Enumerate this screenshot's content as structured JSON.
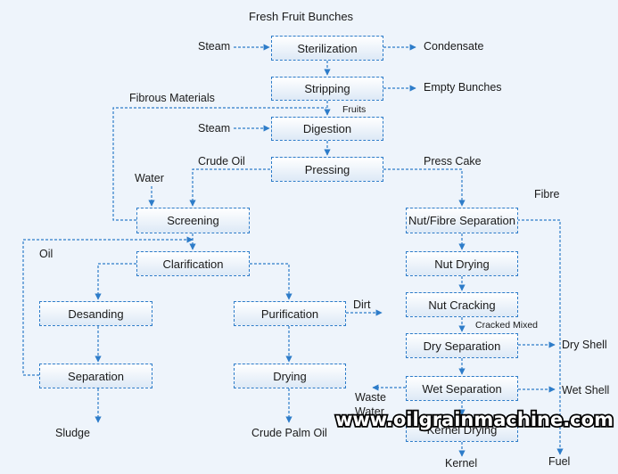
{
  "title": "Fresh Fruit Bunches",
  "boxes": {
    "sterilization": "Sterilization",
    "stripping": "Stripping",
    "digestion": "Digestion",
    "pressing": "Pressing",
    "screening": "Screening",
    "clarification": "Clarification",
    "desanding": "Desanding",
    "separation": "Separation",
    "purification": "Purification",
    "drying": "Drying",
    "nut_fibre_separation": "Nut/Fibre Separation",
    "nut_drying": "Nut Drying",
    "nut_cracking": "Nut Cracking",
    "dry_separation": "Dry Separation",
    "wet_separation": "Wet Separation",
    "kernel_drying": "Kernel Drying"
  },
  "labels": {
    "steam_1": "Steam",
    "condensate": "Condensate",
    "empty_bunches": "Empty Bunches",
    "fibrous_materials": "Fibrous Materials",
    "fruits": "Fruits",
    "steam_2": "Steam",
    "crude_oil": "Crude Oil",
    "press_cake": "Press Cake",
    "water": "Water",
    "fibre": "Fibre",
    "oil": "Oil",
    "dirt": "Dirt",
    "cracked_mixed": "Cracked Mixed",
    "dry_shell": "Dry Shell",
    "waste_water": "Waste Water",
    "wet_shell": "Wet Shell",
    "sludge": "Sludge",
    "crude_palm_oil": "Crude Palm Oil",
    "kernel": "Kernel",
    "fuel": "Fuel"
  },
  "watermark": "www.oilgrainmachine.com",
  "colors": {
    "line": "#2d7cc9",
    "box_border": "#2d7cc9",
    "background": "#eef4fb"
  }
}
